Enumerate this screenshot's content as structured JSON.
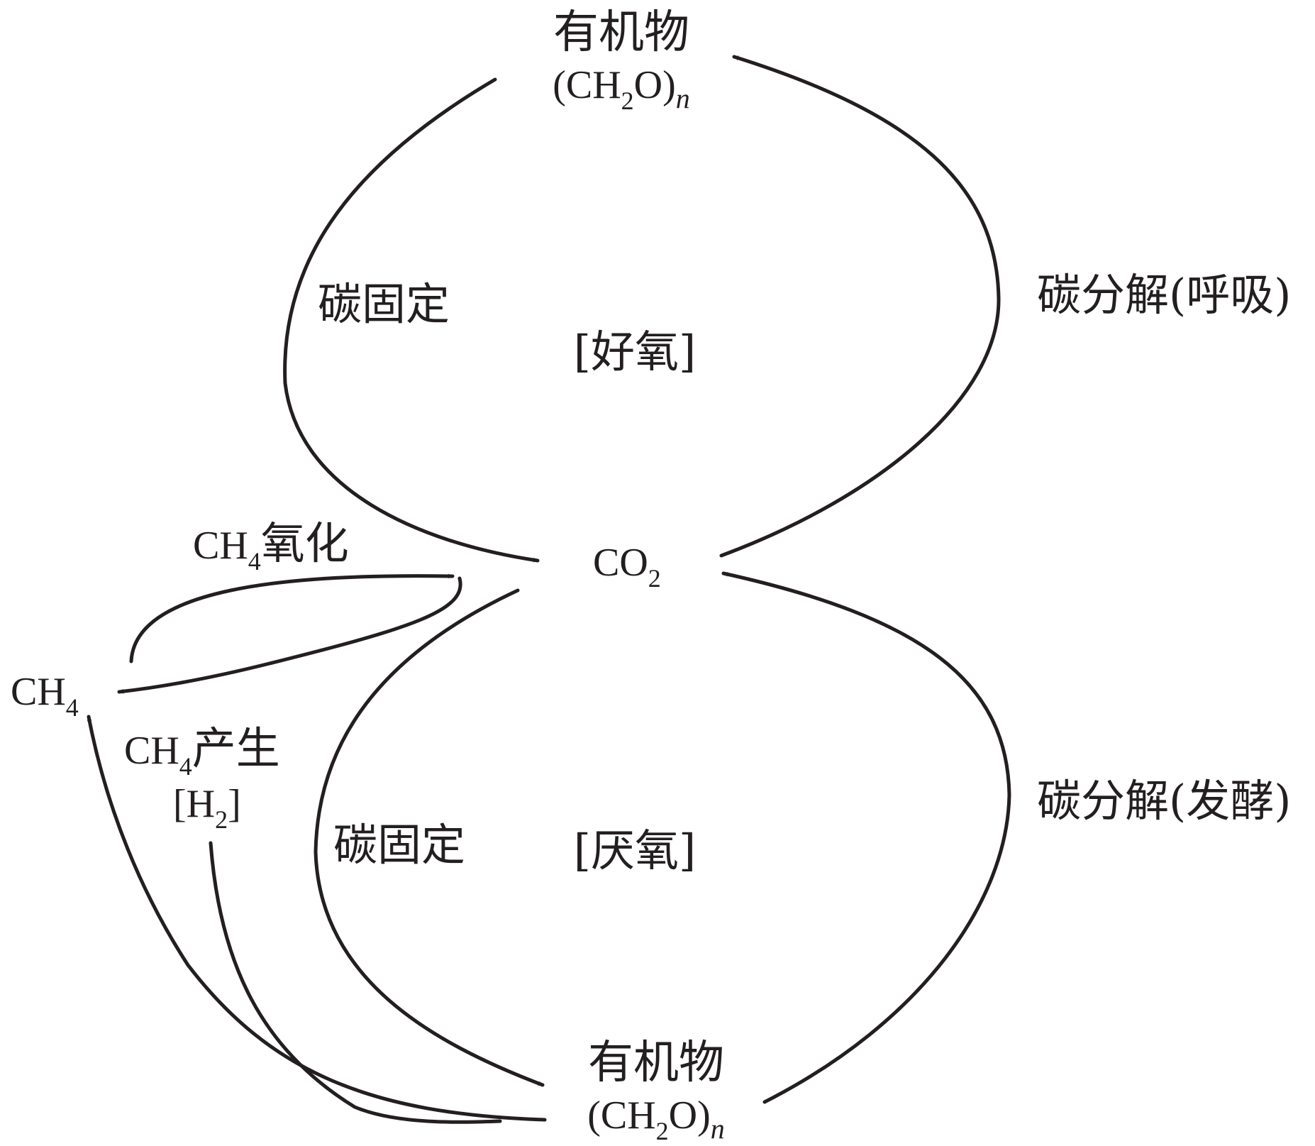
{
  "diagram": {
    "top_organic": {
      "name": "有机物",
      "formula": {
        "open": "(CH",
        "sub": "2",
        "close": "O)",
        "index": "n"
      }
    },
    "co2": {
      "main": "CO",
      "sub": "2"
    },
    "bottom_organic": {
      "name": "有机物",
      "formula": {
        "open": "(CH",
        "sub": "2",
        "close": "O)",
        "index": "n"
      }
    },
    "ch4": {
      "main": "CH",
      "sub": "4"
    },
    "carbon_fixation_aerobic": "碳固定",
    "carbon_fixation_anaerobic": "碳固定",
    "decomp_respiration": "碳分解(呼吸)",
    "decomp_fermentation": "碳分解(发酵)",
    "aerobic_zone": "[好氧]",
    "anaerobic_zone": "[厌氧]",
    "ch4_oxidation": {
      "main": "CH",
      "sub": "4",
      "rest": "氧化"
    },
    "ch4_production": {
      "main": "CH",
      "sub": "4",
      "rest": "产生"
    },
    "h2": {
      "open": "[H",
      "sub": "2",
      "close": "]"
    }
  },
  "colors": {
    "ink": "#231f20",
    "background": "#ffffff"
  }
}
